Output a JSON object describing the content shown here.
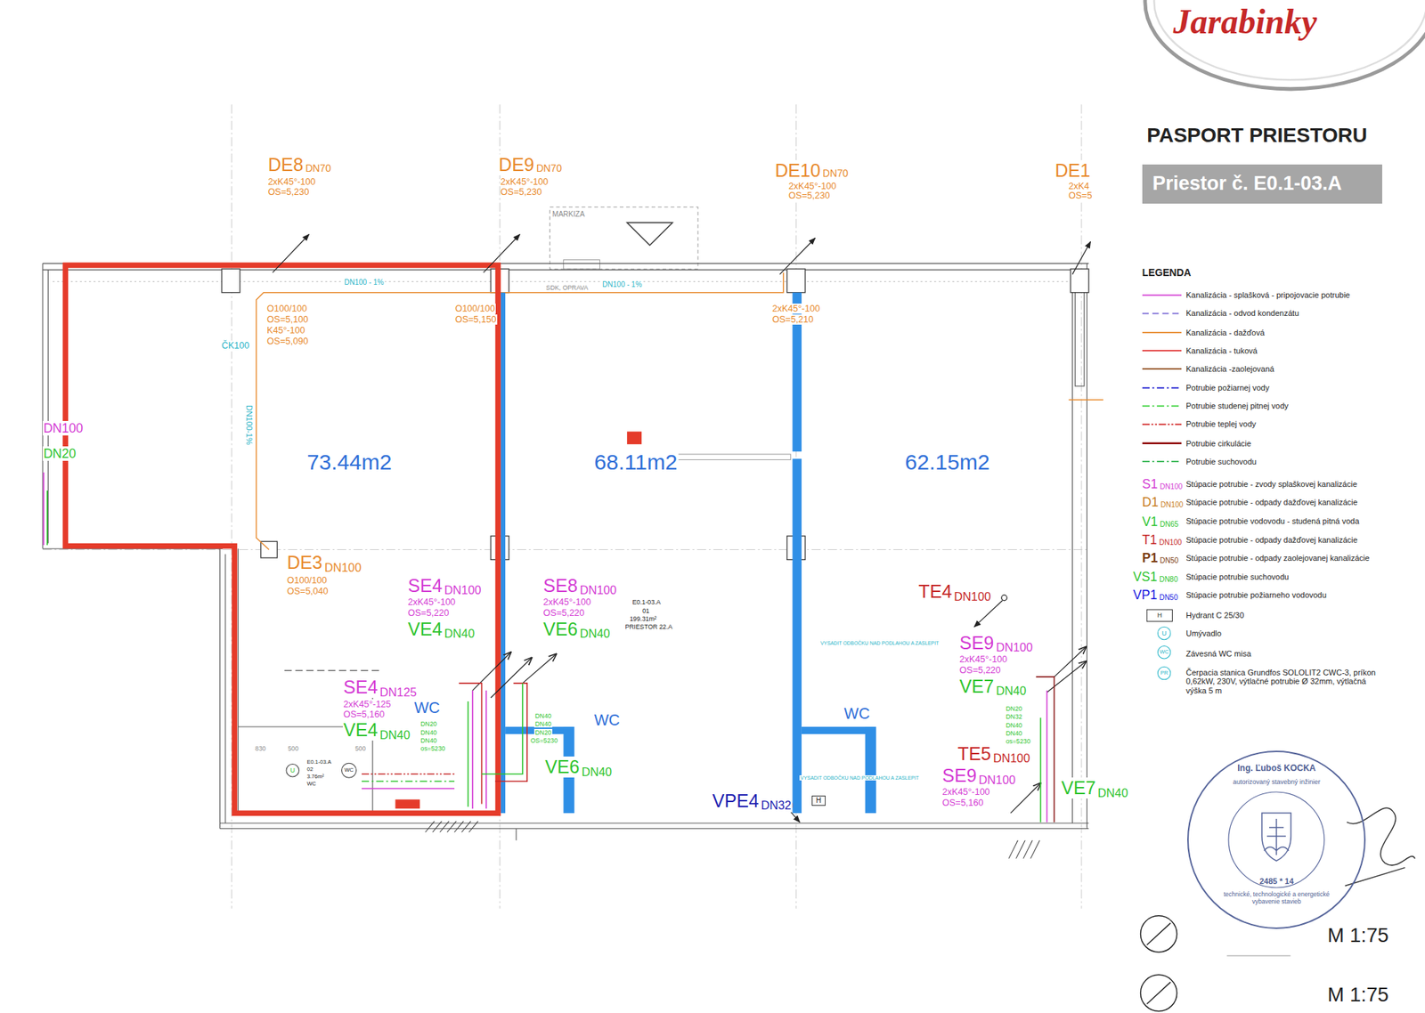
{
  "diagram": {
    "title": "PASPORT PRIESTORU",
    "nodes": [
      {
        "text": [
          "Priestor č. E0.1-03.A"
        ]
      },
      {
        "text": [
          "H"
        ]
      },
      {
        "text": [
          "Ing. Ľuboš KOCKA",
          "autorizovaný stavebný inžinier",
          "2485 * 14",
          "technické, technologické a energetické vybavenie stavieb"
        ]
      }
    ],
    "labels": [
      "DE8",
      "DN70",
      "2xK45°-100",
      "OS=5,230",
      "DE9",
      "DN70",
      "2xK45°-100",
      "OS=5,230",
      "MARKIZA",
      "DE10",
      "DN70",
      "2xK45°-100",
      "OS=5,230",
      "DE1",
      "2xK4",
      "OS=5",
      "DN100 - 1%",
      "SDK, OPRAVA",
      "DN100 - 1%",
      "O100/100",
      "OS=5,100",
      "K45°-100",
      "OS=5,090",
      "O100/100",
      "OS=5,150",
      "2xK45°-100",
      "OS=5,210",
      "ČK100",
      "DN100-1%",
      "DN100",
      "DN20",
      "73.44m2",
      "68.11m2",
      "62.15m2",
      "DE3",
      "DN100",
      "O100/100",
      "OS=5,040",
      "SE4",
      "DN100",
      "2xK45°-100",
      "OS=5,220",
      "VE4",
      "DN40",
      "SE8",
      "DN100",
      "2xK45°-100",
      "OS=5,220",
      "VE6",
      "DN40",
      "E0.1-03.A",
      "01",
      "199.31m²",
      "PRIESTOR 22.A",
      "TE4",
      "DN100",
      "VYSADIT ODBOČKU NAD PODLAHOU A ZASLEPIT",
      "SE9",
      "DN100",
      "2xK45°-100",
      "OS=5,220",
      "VE7",
      "DN40",
      "SE4",
      "DN125",
      "2xK45°-125",
      "OS=5,160",
      "VE4",
      "DN40",
      "WC",
      "WC",
      "WC",
      "830",
      "500",
      "500",
      "E0.1-03.A",
      "02",
      "3.76m²",
      "WC",
      "U",
      "WC",
      "DN40",
      "DN40",
      "DN20",
      "OS=5230",
      "DN20",
      "DN32",
      "DN40",
      "DN40",
      "os=5230",
      "DN20",
      "DN40",
      "DN40",
      "os=5230",
      "VE6",
      "DN40",
      "VYSADIT ODBOČKU NAD PODLAHOU A ZASLEPIT",
      "TE5",
      "DN100",
      "SE9",
      "DN100",
      "2xK45°-100",
      "OS=5,160",
      "VE7",
      "DN40",
      "VPE4",
      "DN32",
      "LEGENDA",
      "S1",
      "DN100",
      "D1",
      "DN100",
      "V1",
      "DN65",
      "T1",
      "DN100",
      "P1",
      "DN50",
      "VS1",
      "DN80",
      "VP1",
      "DN50",
      "H",
      "U",
      "WC",
      "PR",
      "M 1:75",
      "M 1:75",
      "Jarabinky"
    ],
    "legend": [
      {
        "text": "Kanalizácia - splašková - pripojovacie potrubie"
      },
      {
        "text": "Kanalizácia - odvod kondenzátu"
      },
      {
        "text": "Kanalizácia - dažďová"
      },
      {
        "text": "Kanalizácia - tuková"
      },
      {
        "text": "Kanalizácia -zaolejovaná"
      },
      {
        "text": "Potrubie požiarnej vody"
      },
      {
        "text": "Potrubie studenej pitnej vody"
      },
      {
        "text": "Potrubie teplej vody"
      },
      {
        "text": "Potrubie cirkulácie"
      },
      {
        "text": "Potrubie suchovodu"
      },
      {
        "text": "Stúpacie potrubie - zvody splaškovej kanalizácie"
      },
      {
        "text": "Stúpacie potrubie - odpady dažďovej kanalizácie"
      },
      {
        "text": "Stúpacie potrubie vodovodu - studená pitná voda"
      },
      {
        "text": "Stúpacie potrubie - odpady dažďovej kanalizácie"
      },
      {
        "text": "Stúpacie potrubie - odpady zaolejovanej kanalizácie"
      },
      {
        "text": "Stúpacie potrubie suchovodu"
      },
      {
        "text": "Stúpacie potrubie požiarneho vodovodu"
      },
      {
        "text": "Hydrant C 25/30"
      },
      {
        "text": "Umývadlo"
      },
      {
        "text": "Závesná WC misa"
      },
      {
        "text": "Čerpacia stanica Grundfos SOLOLIT2 CWC-3, príkon 0,62kW, 230V, výtlačné potrubie Ø 32mm, výtlačná výška 5 m"
      }
    ]
  }
}
